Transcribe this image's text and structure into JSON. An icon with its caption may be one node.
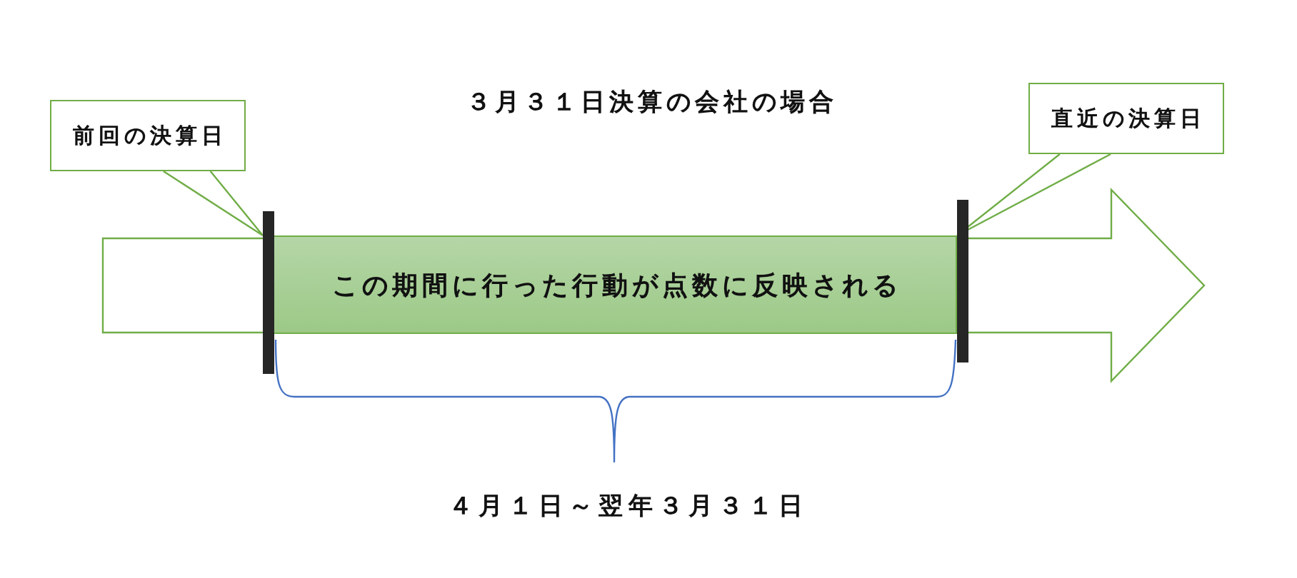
{
  "diagram": {
    "title": "３月３１日決算の会社の場合",
    "nodes": [
      {
        "text": [
          "前回の決算日"
        ]
      },
      {
        "text": [
          "直近の決算日"
        ]
      },
      {
        "text": [
          "この期間に行った行動が点数に反映される"
        ]
      },
      {
        "text": [],
        "shape": "bar"
      },
      {
        "text": [],
        "shape": "bar"
      }
    ],
    "edges": [
      {
        "from": 0,
        "to": 3,
        "arrow": "none"
      },
      {
        "from": 1,
        "to": 4,
        "arrow": "none"
      }
    ],
    "labels": [
      "４月１日～翌年３月３１日"
    ]
  }
}
